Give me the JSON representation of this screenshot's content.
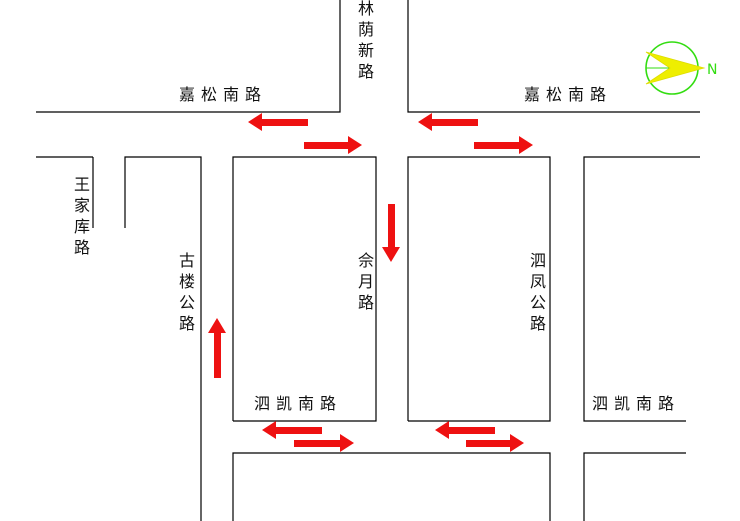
{
  "roads": {
    "jiasong_west": "嘉松南路",
    "jiasong_east": "嘉松南路",
    "linyinxin": "林荫新路",
    "wangjiaku": "王家库路",
    "gulou": "古楼公路",
    "sheyue": "佘月路",
    "sifeng": "泗凤公路",
    "sikai_mid": "泗凯南路",
    "sikai_east": "泗凯南路"
  },
  "compass": {
    "label": "N"
  },
  "colors": {
    "arrow": "#ee1111",
    "compass_ring": "#33dd11",
    "compass_needle": "#eeee00",
    "road_line": "#000000"
  }
}
